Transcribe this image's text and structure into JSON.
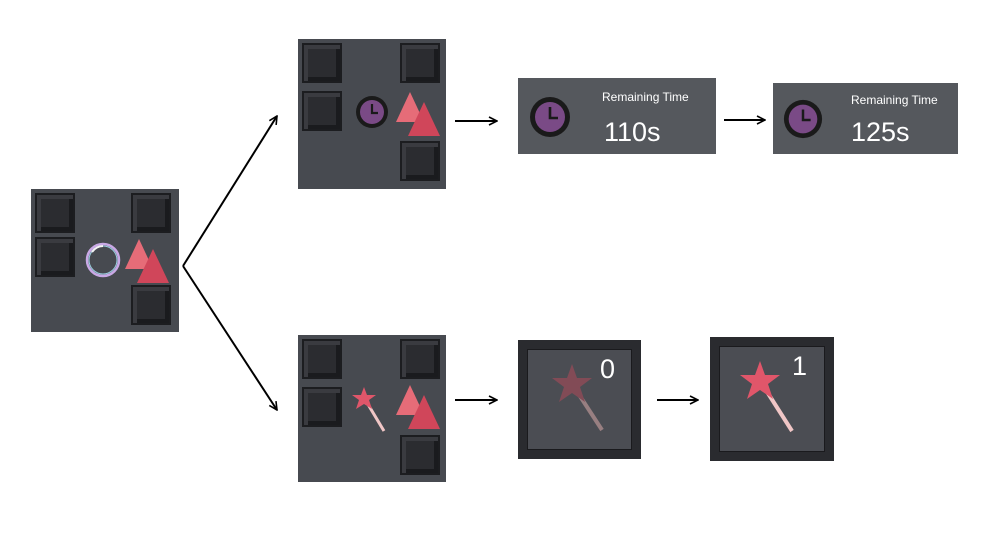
{
  "powerups": {
    "timer": {
      "icon": "clock-icon",
      "label": "Remaining Time",
      "before": "110s",
      "after": "125s"
    },
    "wand": {
      "icon": "magic-wand-icon",
      "before": "0",
      "after": "1"
    }
  },
  "colors": {
    "tile": "#474a50",
    "wall": "#2b2c30",
    "panel": "#55585d",
    "clock": "#7a4a86",
    "triangle": "#d9535f",
    "wand_star": "#e0566a"
  }
}
